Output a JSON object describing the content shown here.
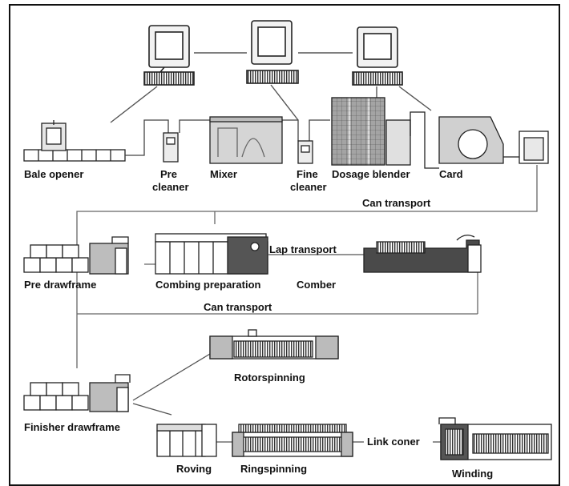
{
  "labels": {
    "bale_opener": "Bale opener",
    "pre_cleaner_1": "Pre",
    "pre_cleaner_2": "cleaner",
    "mixer": "Mixer",
    "fine_cleaner_1": "Fine",
    "fine_cleaner_2": "cleaner",
    "dosage_blender": "Dosage blender",
    "card": "Card",
    "can_transport_1": "Can transport",
    "pre_drawframe": "Pre drawframe",
    "combing_preparation": "Combing preparation",
    "lap_transport": "Lap transport",
    "comber": "Comber",
    "can_transport_2": "Can transport",
    "rotorspinning": "Rotorspinning",
    "finisher_drawframe": "Finisher drawframe",
    "link_coner": "Link coner",
    "roving": "Roving",
    "ringspinning": "Ringspinning",
    "winding": "Winding"
  }
}
